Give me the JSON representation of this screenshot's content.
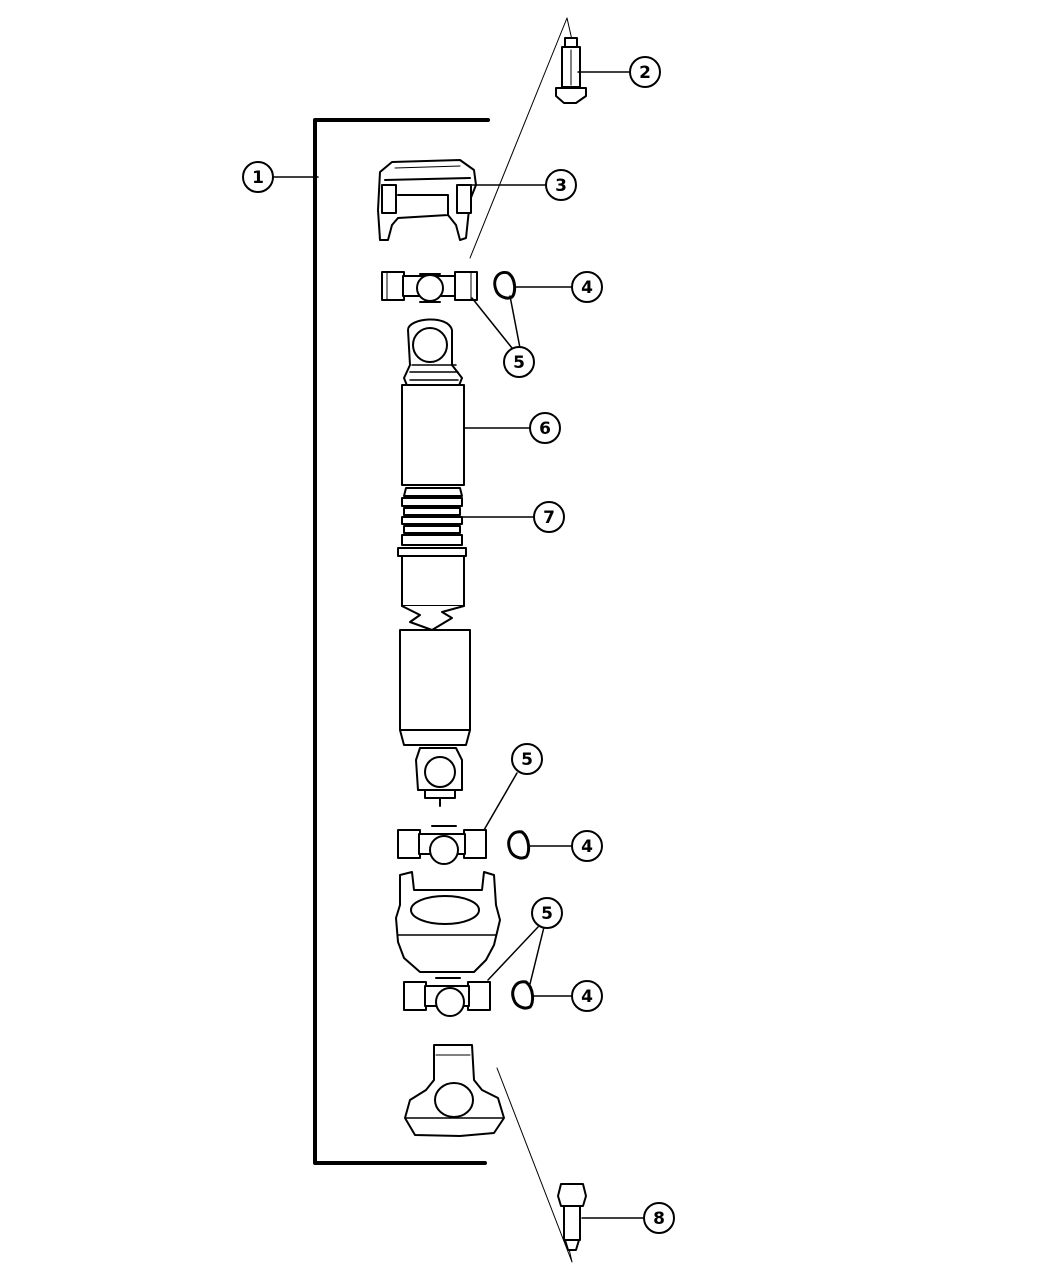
{
  "diagram": {
    "callouts": [
      {
        "id": "c1",
        "label": "1"
      },
      {
        "id": "c2",
        "label": "2"
      },
      {
        "id": "c3",
        "label": "3"
      },
      {
        "id": "c4a",
        "label": "4"
      },
      {
        "id": "c5a",
        "label": "5"
      },
      {
        "id": "c6",
        "label": "6"
      },
      {
        "id": "c7",
        "label": "7"
      },
      {
        "id": "c5b",
        "label": "5"
      },
      {
        "id": "c4b",
        "label": "4"
      },
      {
        "id": "c5c",
        "label": "5"
      },
      {
        "id": "c4c",
        "label": "4"
      },
      {
        "id": "c8",
        "label": "8"
      }
    ],
    "colors": {
      "line": "#000000",
      "part_fill": "#ffffff"
    }
  }
}
